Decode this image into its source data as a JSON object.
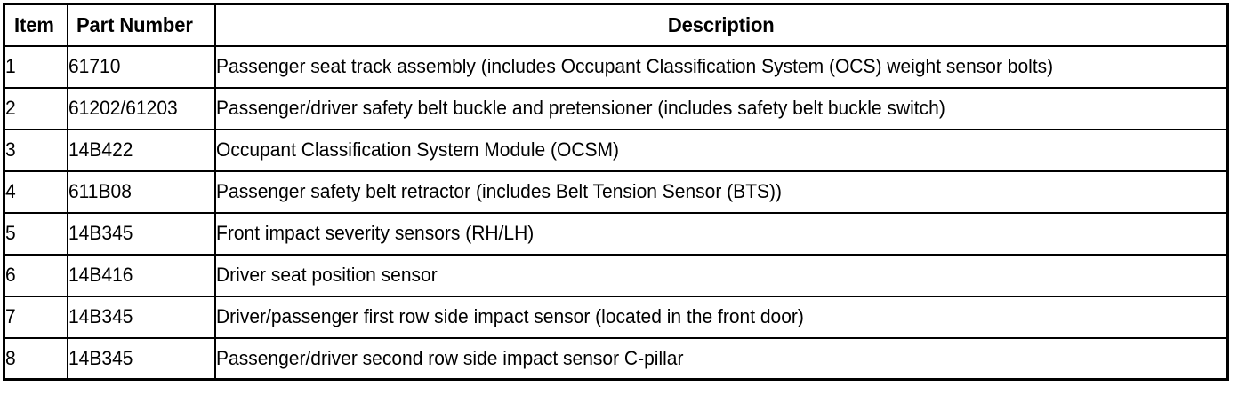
{
  "table": {
    "name": "supplemental-restraint-system-parts-table",
    "columns": [
      {
        "key": "item",
        "label": "Item",
        "align": "left"
      },
      {
        "key": "part_number",
        "label": "Part Number",
        "align": "left"
      },
      {
        "key": "description",
        "label": "Description",
        "align": "center"
      }
    ],
    "rows": [
      {
        "item": "1",
        "part_number": "61710",
        "description": "Passenger seat track assembly (includes Occupant Classification System (OCS) weight sensor bolts)"
      },
      {
        "item": "2",
        "part_number": "61202/61203",
        "description": "Passenger/driver safety belt buckle and pretensioner (includes safety belt buckle switch)"
      },
      {
        "item": "3",
        "part_number": "14B422",
        "description": "Occupant Classification System Module (OCSM)"
      },
      {
        "item": "4",
        "part_number": "611B08",
        "description": "Passenger safety belt retractor (includes Belt Tension Sensor (BTS))"
      },
      {
        "item": "5",
        "part_number": "14B345",
        "description": "Front impact severity sensors (RH/LH)"
      },
      {
        "item": "6",
        "part_number": "14B416",
        "description": "Driver seat position sensor"
      },
      {
        "item": "7",
        "part_number": "14B345",
        "description": "Driver/passenger first row side impact sensor (located in the front door)"
      },
      {
        "item": "8",
        "part_number": "14B345",
        "description": "Passenger/driver second row side impact sensor C-pillar"
      }
    ]
  },
  "style": {
    "border_color": "#000000",
    "background_color": "#ffffff",
    "text_color": "#000000"
  }
}
